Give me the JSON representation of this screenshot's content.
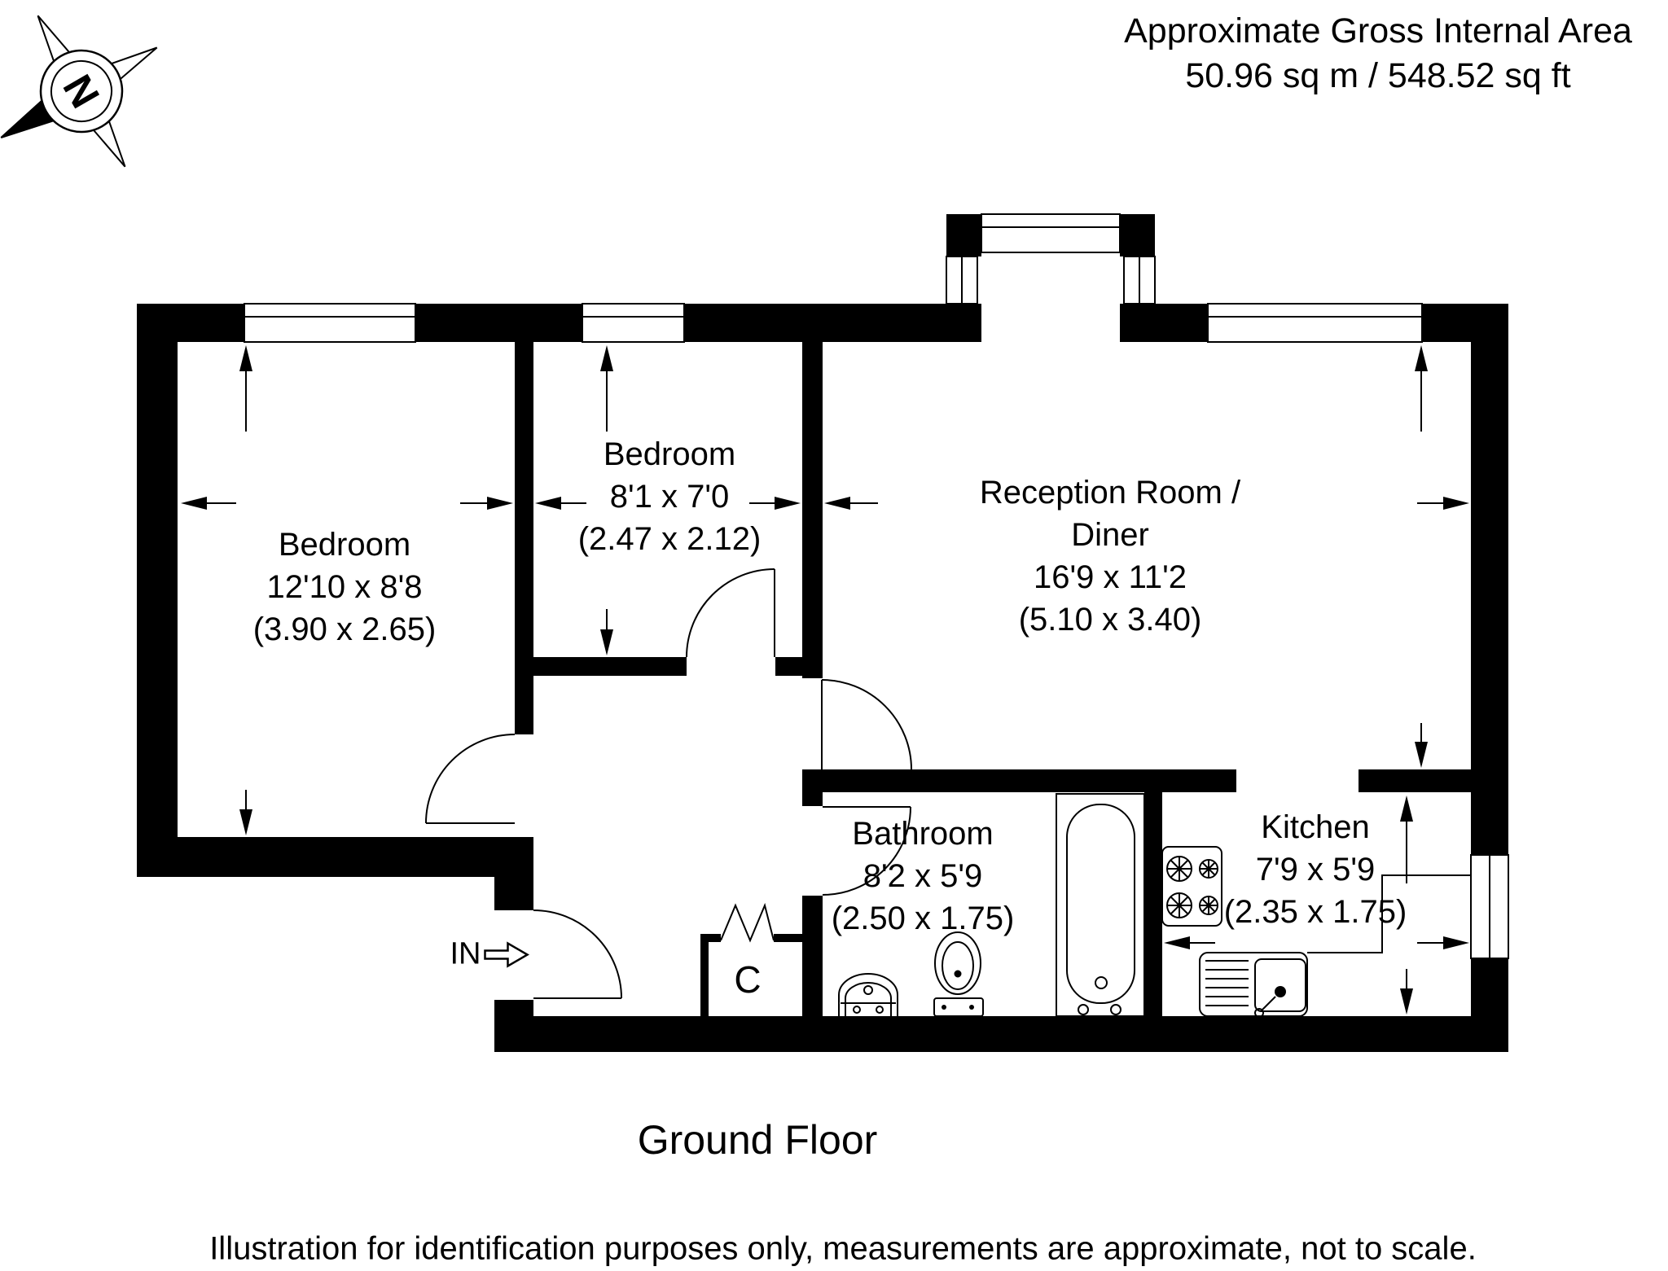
{
  "header": {
    "title": "Approximate Gross Internal Area",
    "area": "50.96 sq m / 548.52 sq ft"
  },
  "compass": {
    "north_label": "N"
  },
  "rooms": [
    {
      "id": "bedroom-1",
      "name": "Bedroom",
      "imperial": "12'10 x 8'8",
      "metric": "(3.90 x 2.65)"
    },
    {
      "id": "bedroom-2",
      "name": "Bedroom",
      "imperial": "8'1 x 7'0",
      "metric": "(2.47 x 2.12)"
    },
    {
      "id": "reception",
      "name_line1": "Reception Room /",
      "name_line2": "Diner",
      "imperial": "16'9 x 11'2",
      "metric": "(5.10 x 3.40)"
    },
    {
      "id": "bathroom",
      "name": "Bathroom",
      "imperial": "8'2 x 5'9",
      "metric": "(2.50 x 1.75)"
    },
    {
      "id": "kitchen",
      "name": "Kitchen",
      "imperial": "7'9 x 5'9",
      "metric": "(2.35 x 1.75)"
    }
  ],
  "closet": {
    "label": "C"
  },
  "entrance": {
    "label": "IN"
  },
  "floor": {
    "title": "Ground Floor"
  },
  "disclaimer": "Illustration for identification purposes only, measurements are approximate, not to scale.",
  "colors": {
    "wall": "#000000",
    "background": "#ffffff",
    "line": "#000000"
  }
}
